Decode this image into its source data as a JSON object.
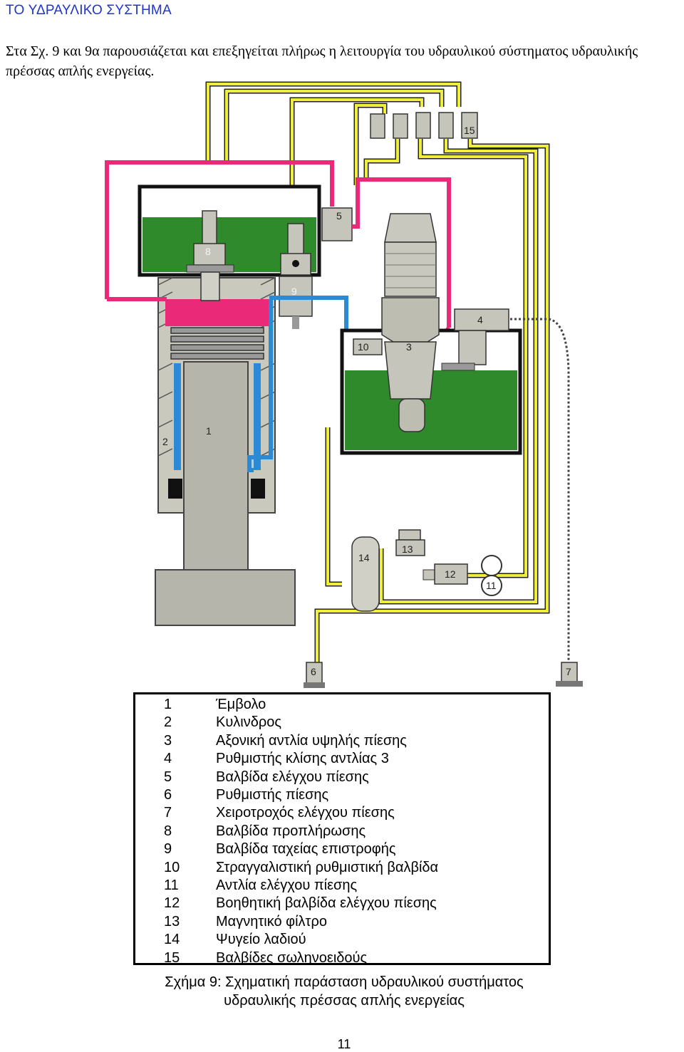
{
  "heading": "ΤΟ ΥΔΡΑΥΛΙΚΟ ΣΥΣΤΗΜΑ",
  "intro": "Στα  Σχ. 9 και 9α παρουσιάζεται και επεξηγείται πλήρως η λειτουργία του υδραυλικού σύστηματος υδραυλικής πρέσσας απλής ενεργείας.",
  "diagram": {
    "colors": {
      "high_pressure": "#ea2a78",
      "return_line": "#2a8ad6",
      "control_line": "#f0ee3c",
      "oil": "#2e8a2a",
      "metal": "#bdbdb2"
    },
    "part_labels": [
      "1",
      "2",
      "3",
      "4",
      "5",
      "6",
      "7",
      "8",
      "9",
      "10",
      "11",
      "12",
      "13",
      "14",
      "15"
    ]
  },
  "legend": [
    {
      "num": "1",
      "text": "Έμβολο"
    },
    {
      "num": "2",
      "text": "Κυλινδρος"
    },
    {
      "num": "3",
      "text": "Αξονική αντλία υψηλής πίεσης"
    },
    {
      "num": "4",
      "text": "Ρυθμιστής κλίσης αντλίας 3"
    },
    {
      "num": "5",
      "text": "Βαλβίδα ελέγχου πίεσης"
    },
    {
      "num": "6",
      "text": "Ρυθμιστής πίεσης"
    },
    {
      "num": "7",
      "text": "Χειροτροχός ελέγχου πίεσης"
    },
    {
      "num": "8",
      "text": "Βαλβίδα προπλήρωσης"
    },
    {
      "num": "9",
      "text": "Βαλβίδα ταχείας επιστροφής"
    },
    {
      "num": "10",
      "text": "Στραγγαλιστική ρυθμιστική βαλβίδα"
    },
    {
      "num": "11",
      "text": "Αντλία ελέγχου πίεσης"
    },
    {
      "num": "12",
      "text": "Βοηθητική βαλβίδα ελέγχου πίεσης"
    },
    {
      "num": "13",
      "text": "Μαγνητικό φίλτρο"
    },
    {
      "num": "14",
      "text": "Ψυγείο λαδιού"
    },
    {
      "num": "15",
      "text": "Βαλβίδες σωληνοειδούς"
    }
  ],
  "caption": {
    "line1": "Σχήμα 9: Σχηματική παράσταση υδραυλικού συστήματος",
    "line2": "υδραυλικής πρέσσας απλής ενεργείας"
  },
  "page_number": "11"
}
